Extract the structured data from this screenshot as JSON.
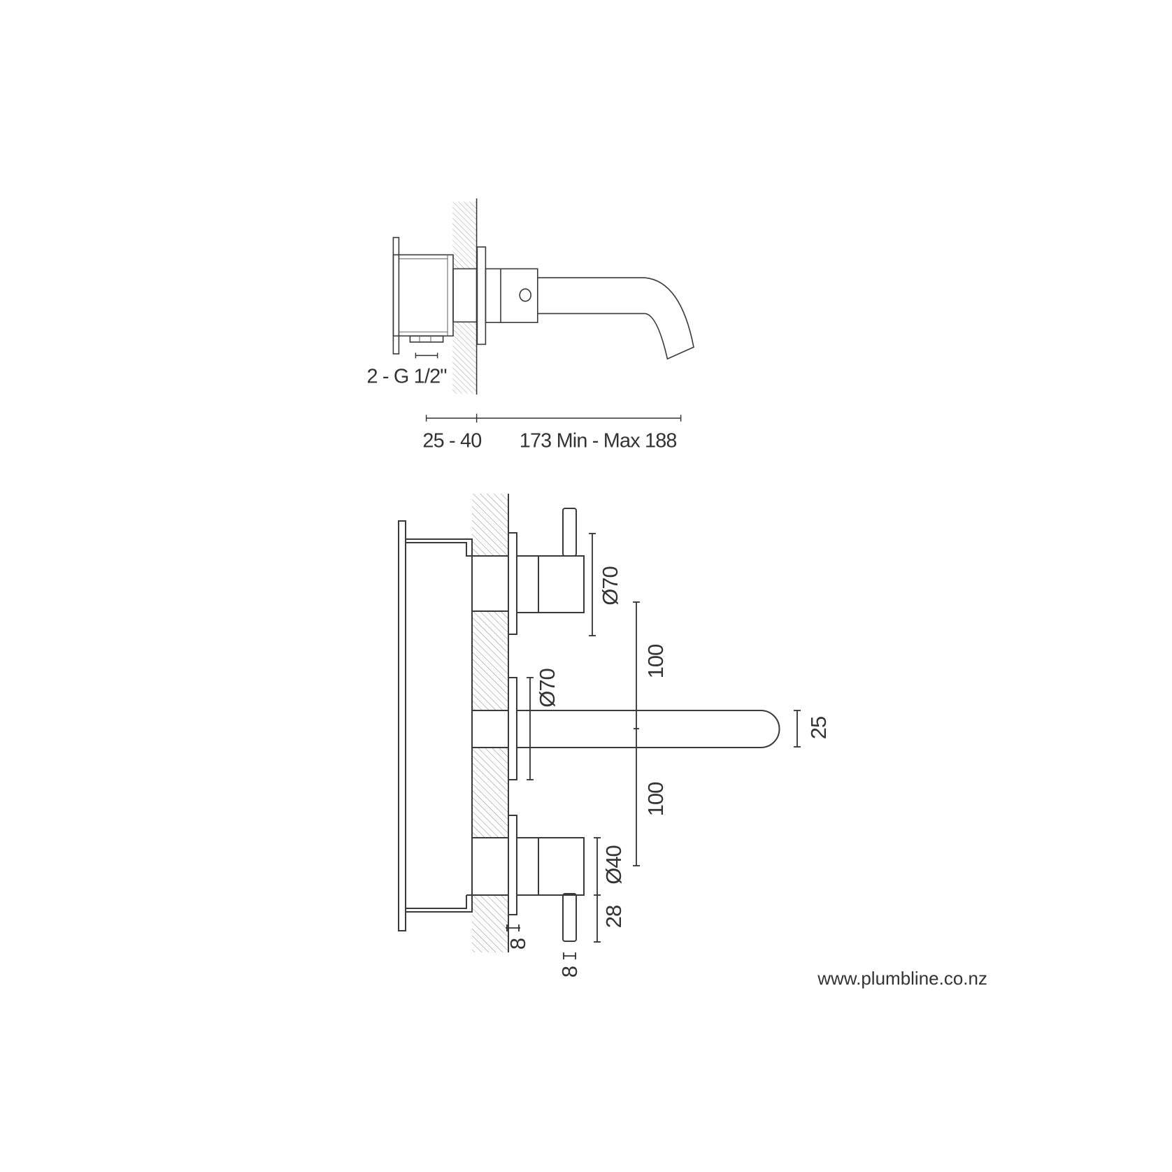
{
  "side_view": {
    "connection_label": "2 - G 1/2\"",
    "wall_depth_label": "25 - 40",
    "spout_length_label": "173 Min - Max 188"
  },
  "front_view": {
    "top_handle_diameter": "Ø70",
    "spout_flange_diameter": "Ø70",
    "bottom_handle_diameter": "Ø40",
    "upper_spacing": "100",
    "lower_spacing": "100",
    "spout_height": "25",
    "lever_length": "28",
    "flange_thickness": "8",
    "lever_thickness": "8"
  },
  "footer": {
    "website": "www.plumbline.co.nz"
  }
}
